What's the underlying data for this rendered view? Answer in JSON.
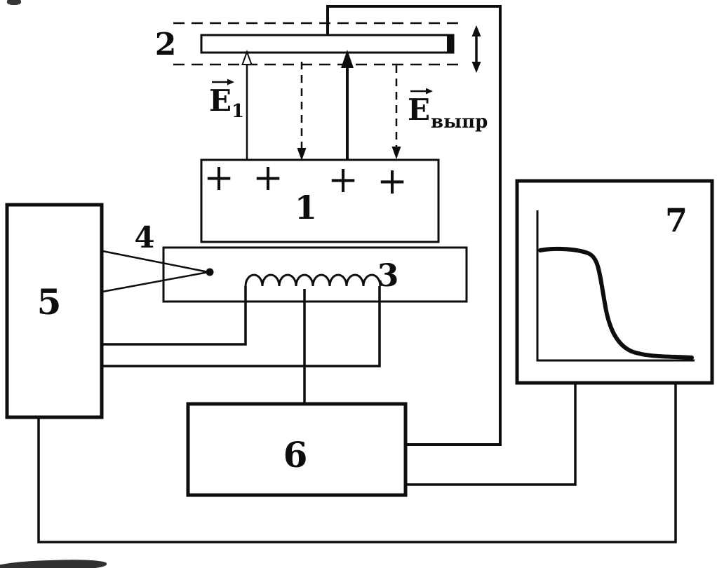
{
  "colors": {
    "ink": "#0d0d0d",
    "background": "#ffffff"
  },
  "labels": {
    "item1": "1",
    "item2": "2",
    "item3": "3",
    "item4": "4",
    "item5": "5",
    "item6": "6",
    "item7": "7"
  },
  "fields": {
    "e1_symbol": "E",
    "e1_sub": "1",
    "erect_symbol": "E",
    "erect_sub": "выпр"
  },
  "charges": [
    "+",
    "+",
    "+",
    "+"
  ]
}
